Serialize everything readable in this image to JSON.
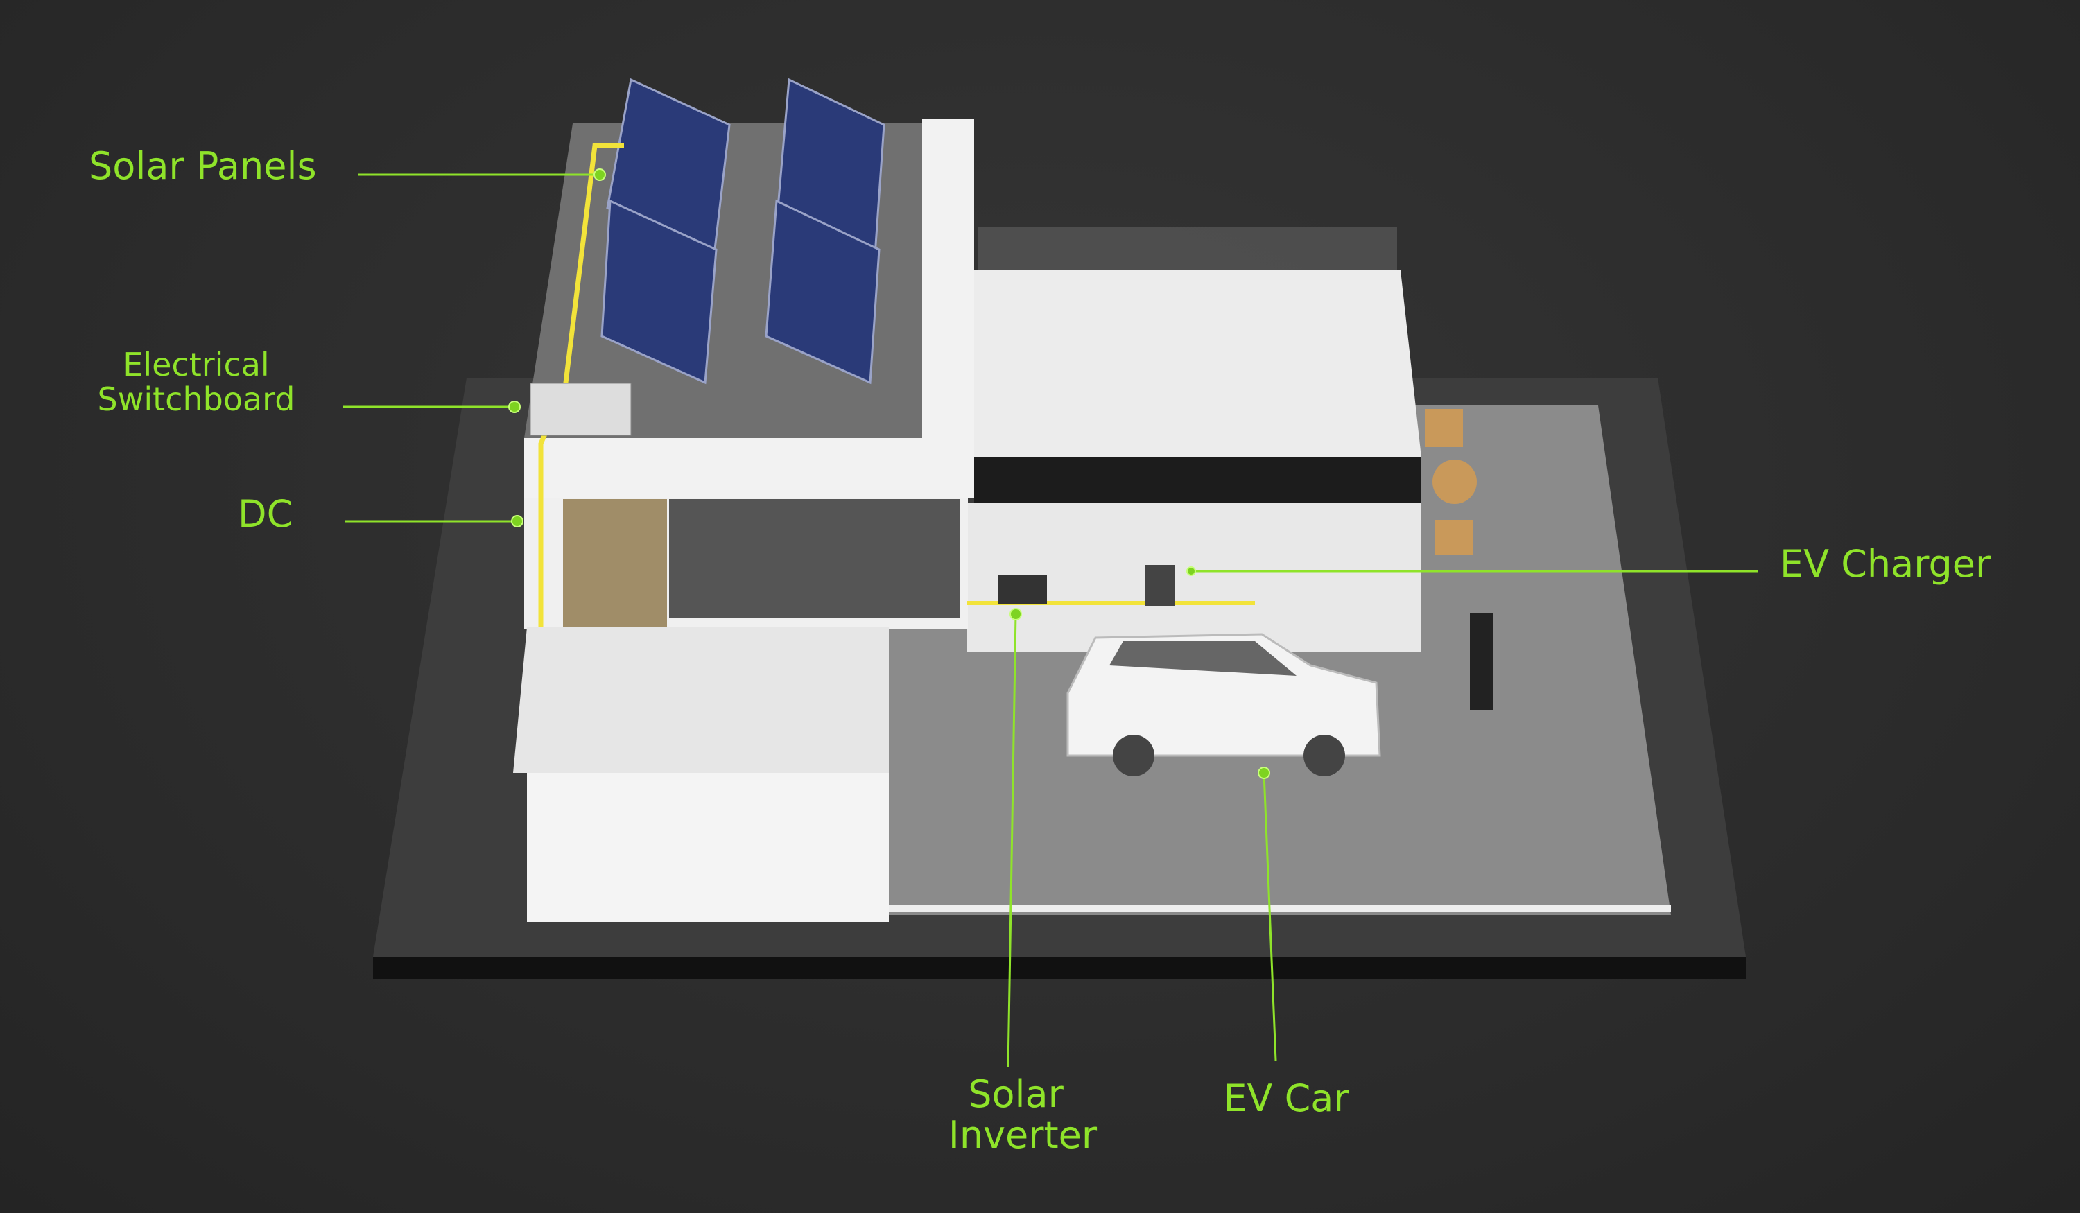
{
  "labels": {
    "solar_panels": "Solar Panels",
    "switchboard_line1": "Electrical",
    "switchboard_line2": "Switchboard",
    "dc": "DC",
    "ev_charger": "EV Charger",
    "inverter_line1": "Solar",
    "inverter_line2": "Inverter",
    "ev_car": "EV Car"
  },
  "colors": {
    "label": "#8fe32a",
    "background": "#2c2c2c",
    "dc_cable": "#f2e33a"
  }
}
